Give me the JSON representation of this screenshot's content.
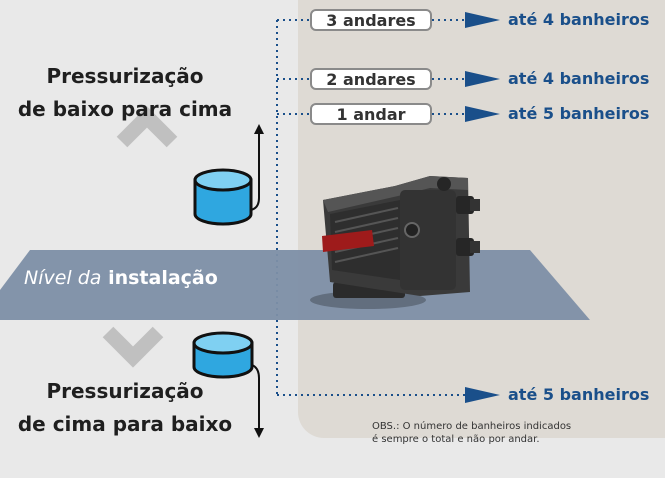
{
  "diagram": {
    "heading_up": {
      "line1": "Pressurização",
      "line2": "de baixo para cima"
    },
    "heading_down": {
      "line1": "Pressurização",
      "line2": "de cima para baixo"
    },
    "level_label": {
      "italic_part": "Nível da",
      "bold_part": "instalação"
    },
    "floors": [
      {
        "label": "3 andares",
        "result": "até 4 banheiros"
      },
      {
        "label": "2 andares",
        "result": "até 4 banheiros"
      },
      {
        "label": "1 andar",
        "result": "até 5 banheiros"
      }
    ],
    "below_result": "até 5 banheiros",
    "note": {
      "line1": "OBS.: O número de banheiros indicados",
      "line2": "é sempre o total e não por andar."
    },
    "colors": {
      "accent": "#1a4f8a",
      "level_band": "#7d8fa6",
      "panel": "#dedad4",
      "chevron": "#c0c0c0",
      "tank": "#2fa7e0"
    }
  }
}
